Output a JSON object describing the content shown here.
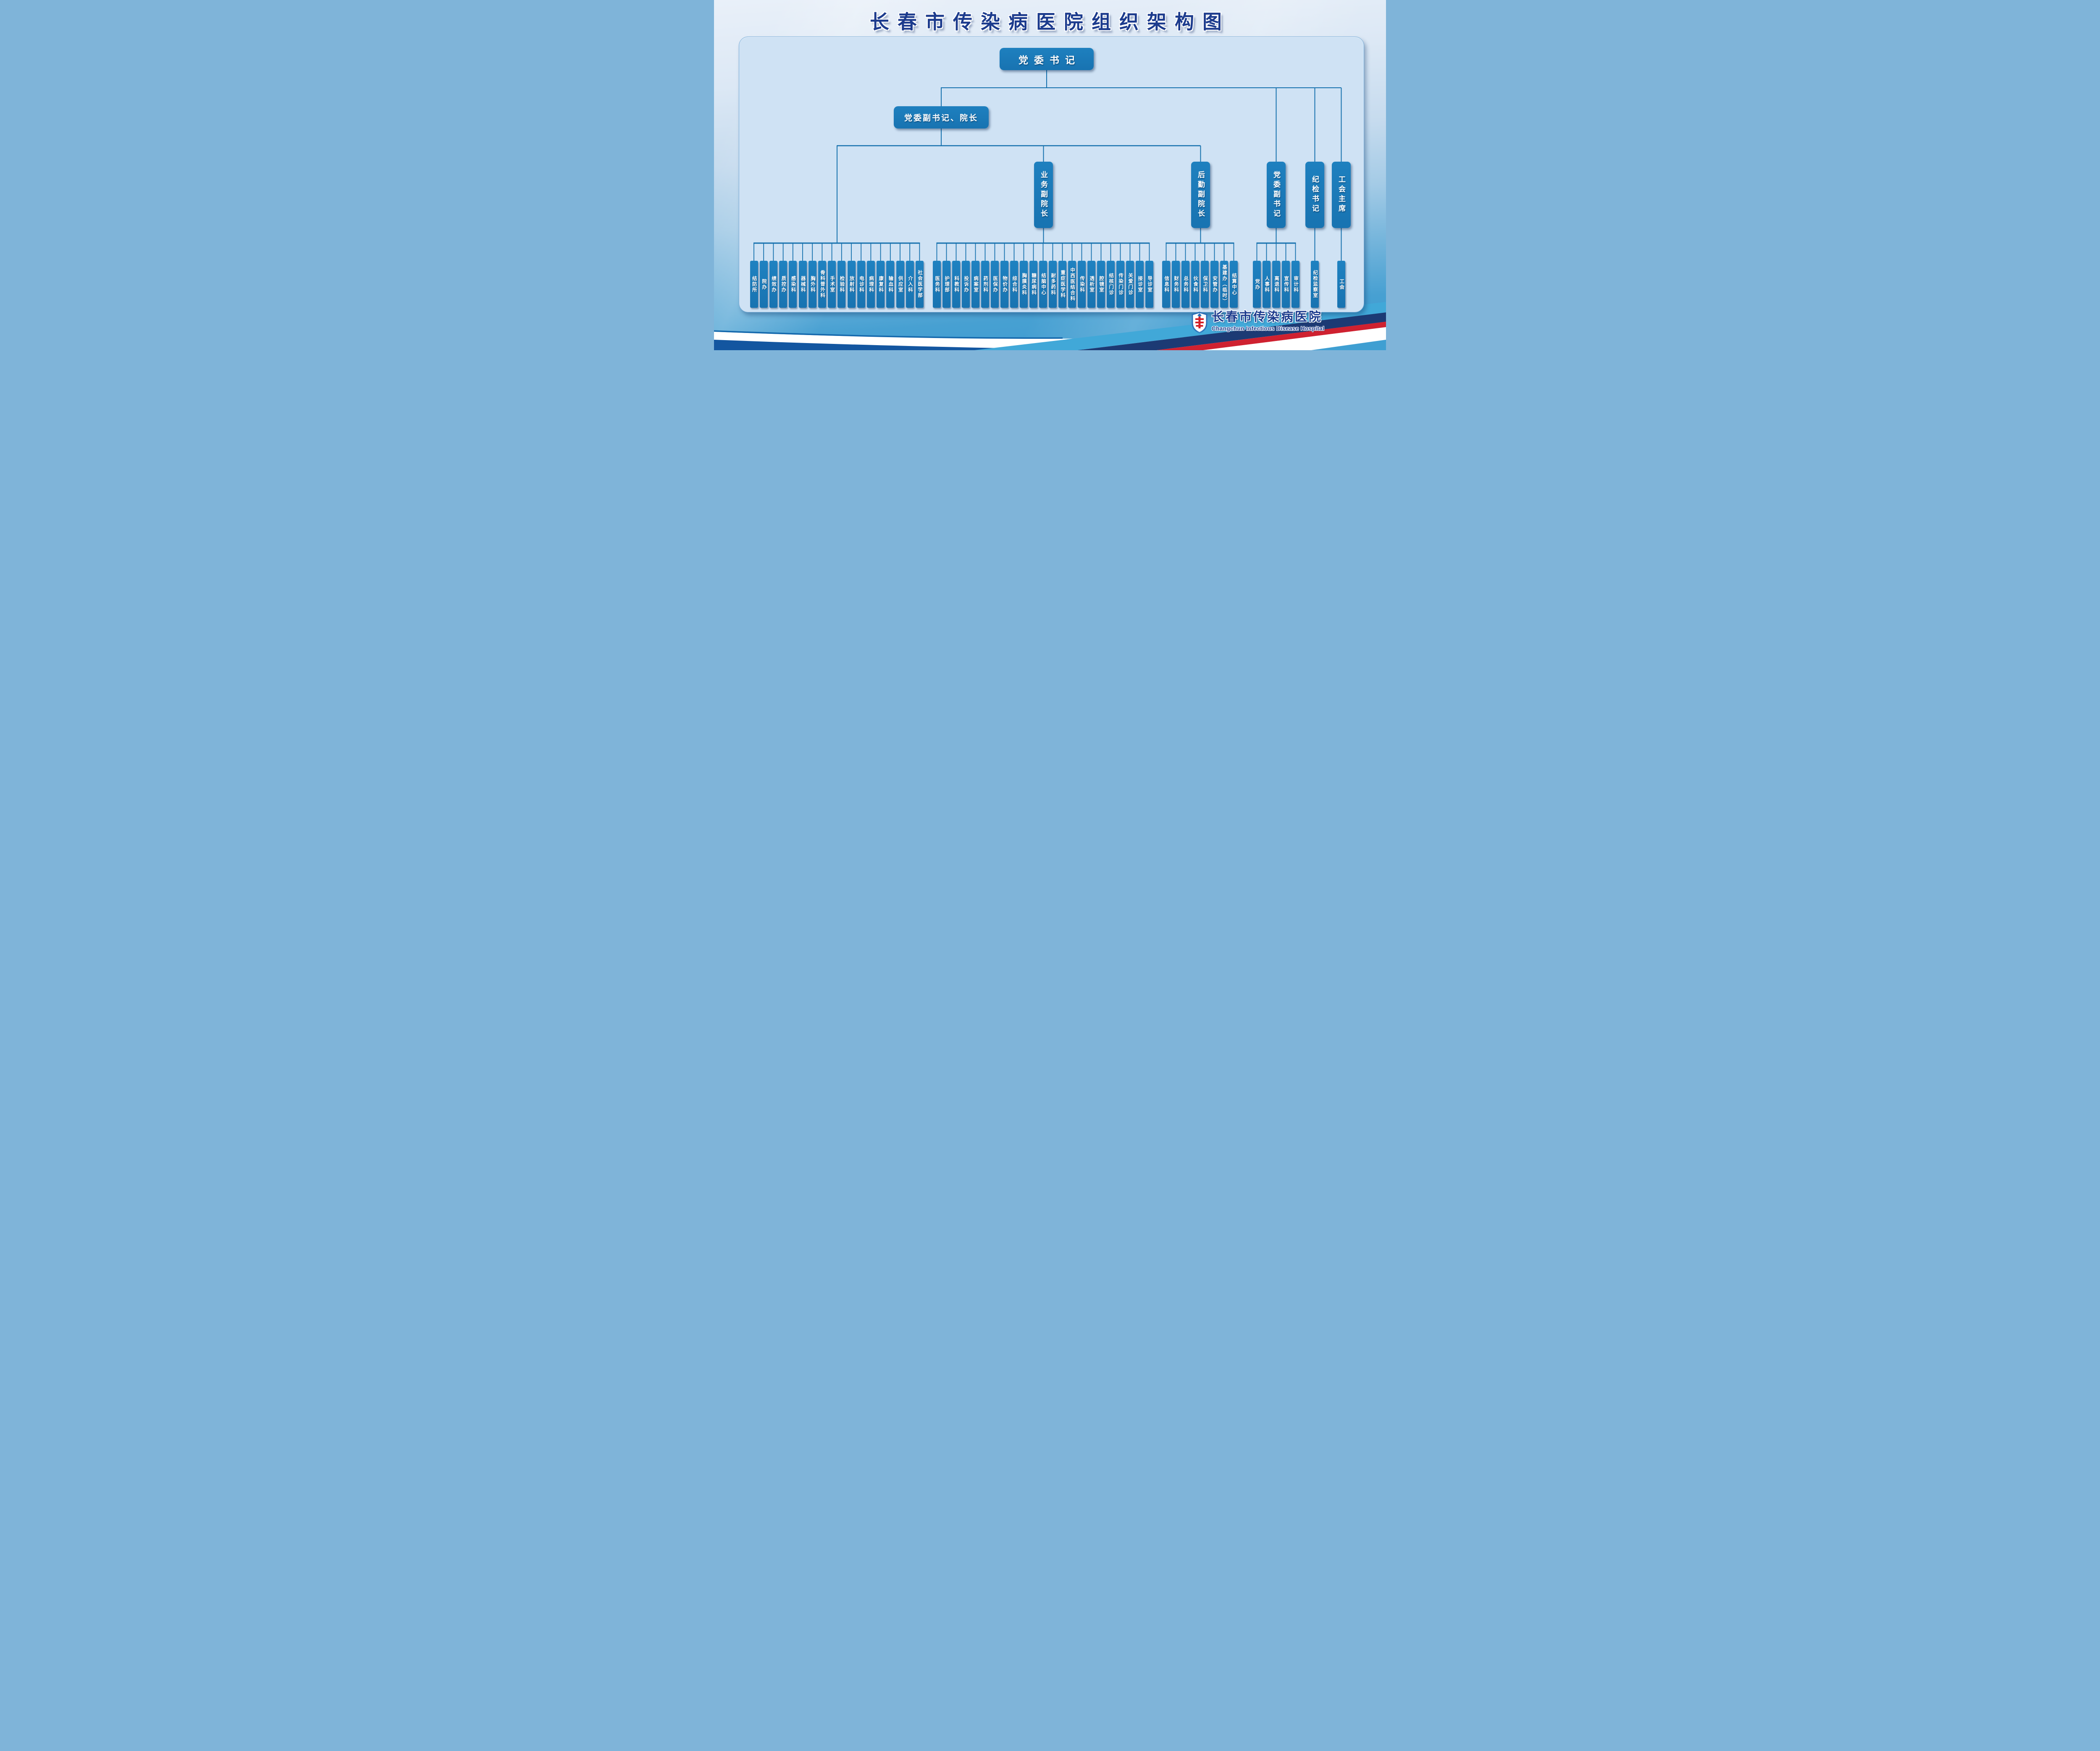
{
  "title": "长春市传染病医院组织架构图",
  "org": {
    "root": "党委书记",
    "deputy": "党委副书记、院长",
    "executives": [
      "业务副院长",
      "后勤副院长",
      "党委副书记",
      "纪检书记",
      "工会主席"
    ],
    "departments": {
      "hospital_direct": [
        "结防所",
        "院办",
        "绩效办",
        "质控办",
        "感染科",
        "器械科",
        "胸外科",
        "骨科普外科",
        "手术室",
        "检验科",
        "放射科",
        "电诊科",
        "病理科",
        "康复科",
        "输血科",
        "供应室",
        "介入科",
        "社会医学部"
      ],
      "business": [
        "医务科",
        "护理部",
        "科教科",
        "投诉办",
        "病案室",
        "药剂科",
        "医保办",
        "物价办",
        "综合科",
        "胸膜炎科",
        "糖尿病科",
        "结脑中心",
        "耐多药科",
        "重症医学科",
        "中西医结合科",
        "传染科",
        "透析室",
        "腔镜室",
        "结核门诊",
        "传染门诊",
        "关爱门诊",
        "接诊室",
        "导诊室"
      ],
      "logistics": [
        "信息科",
        "财务科",
        "总务科",
        "伙食科",
        "保卫科",
        "安管办",
        "基建办（临时）",
        "结算中心"
      ],
      "party": [
        "党办",
        "人事科",
        "离退科",
        "宣传科",
        "审计科"
      ],
      "discipline": [
        "纪检监察室"
      ],
      "union": [
        "工会"
      ]
    }
  },
  "footer_logo": {
    "cn": "长春市传染病医院",
    "en": "Changchun Infectious Disease Hospital"
  },
  "colors": {
    "box_blue": "#1978b5",
    "connector_blue": "#1470ad",
    "title_navy": "#1c3b8d",
    "panel_blue": "#cfe2f4",
    "band_red": "#cf2130",
    "band_navy": "#1c3a74",
    "band_cyan": "#41a8d8",
    "band_white": "#ffffff"
  }
}
